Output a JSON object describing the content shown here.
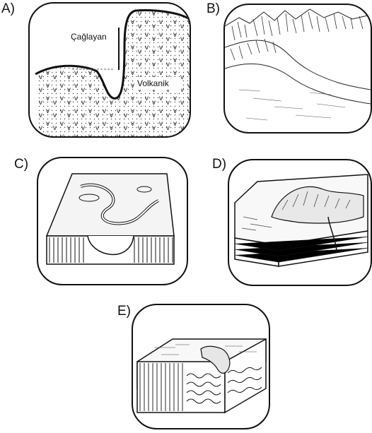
{
  "figure": {
    "panels": [
      {
        "label": "A)",
        "annotations": {
          "waterfall": "Çağlayan",
          "rock": "Volkanik"
        }
      },
      {
        "label": "B)"
      },
      {
        "label": "C)"
      },
      {
        "label": "D)"
      },
      {
        "label": "E)"
      }
    ]
  }
}
